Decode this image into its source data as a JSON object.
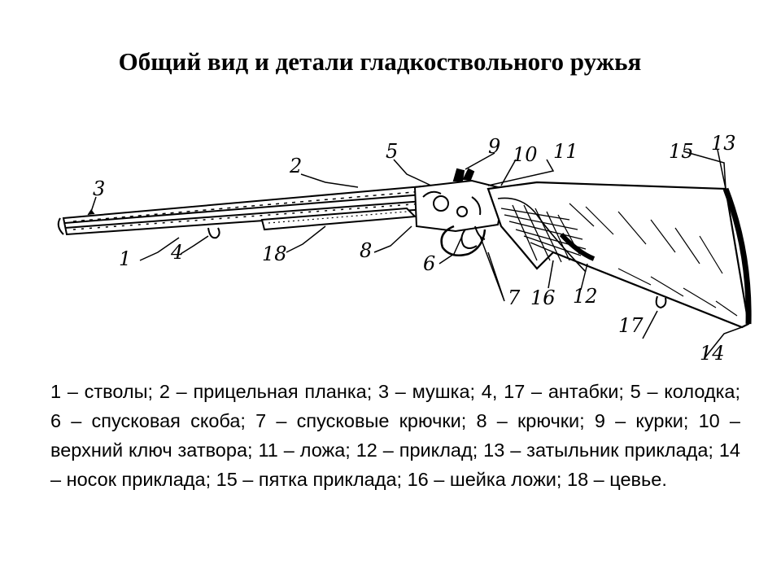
{
  "title": "Общий вид и детали гладкоствольного ружья",
  "callouts": {
    "n1": "1",
    "n2": "2",
    "n3": "3",
    "n4": "4",
    "n5": "5",
    "n6": "6",
    "n7": "7",
    "n8": "8",
    "n9": "9",
    "n10": "10",
    "n11": "11",
    "n12": "12",
    "n13": "13",
    "n14": "14",
    "n15": "15",
    "n16": "16",
    "n17": "17",
    "n18": "18"
  },
  "legend": "1 – стволы; 2 – прицельная планка; 3 – мушка; 4, 17 – антабки; 5 – колодка; 6 – спусковая скоба; 7 – спусковые крючки; 8 – крючки; 9 – курки; 10 – верхний ключ затвора; 11 – ложа; 12 – приклад; 13 – затыльник приклада; 14 – носок приклада; 15 – пятка приклада; 16 – шейка ложи; 18 – цевье."
}
